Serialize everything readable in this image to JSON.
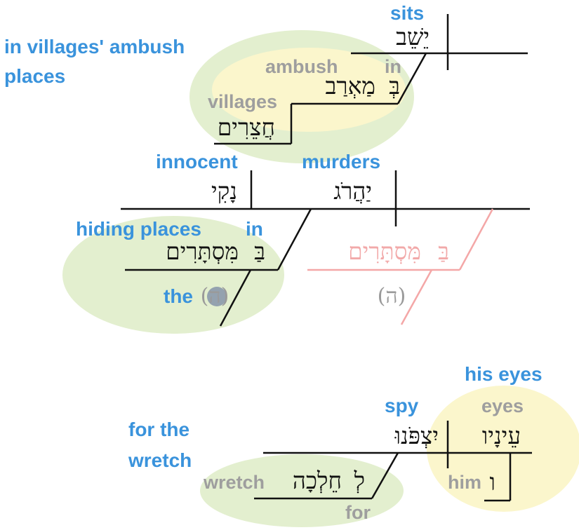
{
  "colors": {
    "label_blue": "#3a93dc",
    "label_gray": "#9e9e9e",
    "highlight_green": "#e3efcf",
    "highlight_yellow": "#fbf6cc",
    "ghost_pink": "#f4a7a7",
    "line": "#111111"
  },
  "block1": {
    "phrase_label": "in villages' ambush",
    "phrase_label_line2": "places",
    "verb_gloss": "sits",
    "verb": "יֵשֵׁב",
    "ambush_gloss": "ambush",
    "in_gloss": "in",
    "prep": "בְּ",
    "ambush": "מַאְרַב",
    "villages_gloss": "villages",
    "villages": "חֲצֵרִים"
  },
  "block2": {
    "innocent_gloss": "innocent",
    "innocent": "נָקִי",
    "murders_gloss": "murders",
    "murders": "יַהֲרֹג",
    "hiding_gloss": "hiding places",
    "in_gloss": "in",
    "prep": "בַּ",
    "hiding": "מִּסְתָּרִים",
    "the_gloss": "the",
    "article": "(ה)",
    "ghost_prep": "בַּ",
    "ghost_hiding": "מִּסְתָּרִים",
    "ghost_article": "(ה)"
  },
  "block3": {
    "wretch_label": "for the",
    "wretch_label_line2": "wretch",
    "his_eyes_label": "his eyes",
    "spy_gloss": "spy",
    "spy": "יִצְפֹּנוּ",
    "eyes_gloss": "eyes",
    "eyes": "עֵינָיו",
    "wretch_gloss": "wretch",
    "prep": "לְ",
    "wretch": "חֵלְכָה",
    "for_gloss": "for",
    "him_gloss": "him",
    "suffix": "ו"
  }
}
